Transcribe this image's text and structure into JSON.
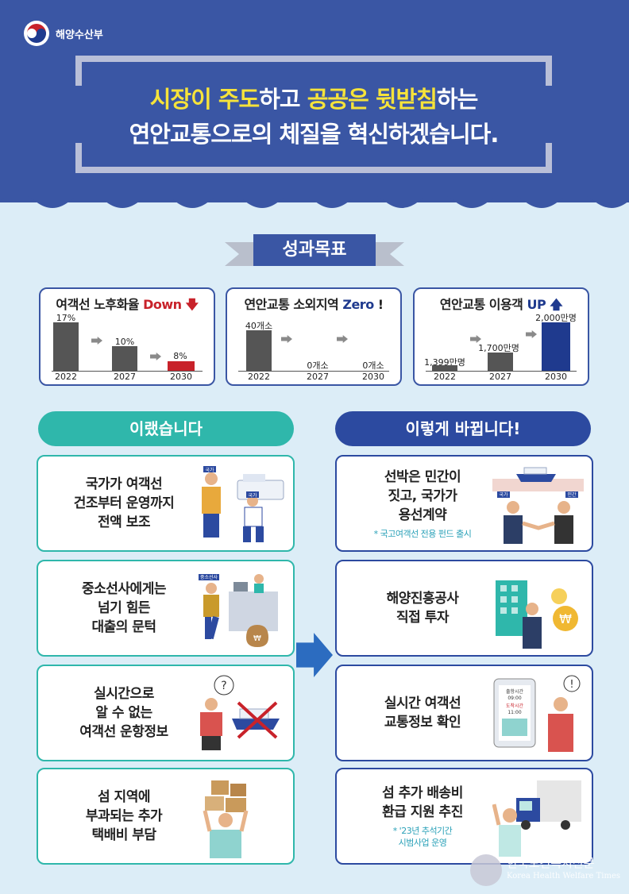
{
  "header": {
    "ministry": "해양수산부",
    "title_line1_h1": "시장이 주도",
    "title_line1_m1": "하고 ",
    "title_line1_h2": "공공은 뒷받침",
    "title_line1_m2": "하는",
    "title_line2": "연안교통으로의 체질을 혁신하겠습니다."
  },
  "goal_label": "성과목표",
  "cards": [
    {
      "title": "여객선 노후화율 ",
      "accent": "Down",
      "bars": [
        {
          "year": "2022",
          "label": "17%",
          "value": 17
        },
        {
          "year": "2027",
          "label": "10%",
          "value": 10
        },
        {
          "year": "2030",
          "label": "8%",
          "value": 8
        }
      ]
    },
    {
      "title": "연안교통 소외지역 ",
      "accent": "Zero",
      "suffix": "!",
      "bars": [
        {
          "year": "2022",
          "label": "40개소",
          "value": 40
        },
        {
          "year": "2027",
          "label": "0개소",
          "value": 0
        },
        {
          "year": "2030",
          "label": "0개소",
          "value": 0
        }
      ]
    },
    {
      "title": "연안교통 이용객 ",
      "accent": "UP",
      "bars": [
        {
          "year": "2022",
          "label": "1,399만명",
          "value": 1399
        },
        {
          "year": "2027",
          "label": "1,700만명",
          "value": 1700
        },
        {
          "year": "2030",
          "label": "2,000만명",
          "value": 2000
        }
      ]
    }
  ],
  "before_label": "이랬습니다",
  "after_label": "이렇게 바뀝니다!",
  "before": [
    {
      "lines": [
        "국가가 여객선",
        "건조부터 운영까지",
        "전액 보조"
      ],
      "tags": [
        "국가",
        "국가"
      ]
    },
    {
      "lines": [
        "중소선사에게는",
        "넘기 힘든",
        "대출의 문턱"
      ],
      "tags": [
        "중소선사"
      ]
    },
    {
      "lines": [
        "실시간으로",
        "알 수 없는",
        "여객선 운항정보"
      ],
      "tags": []
    },
    {
      "lines": [
        "섬 지역에",
        "부과되는 추가",
        "택배비 부담"
      ],
      "tags": []
    }
  ],
  "after": [
    {
      "lines": [
        "선박은 민간이",
        "짓고, 국가가",
        "용선계약"
      ],
      "note": "* 국고여객선 전용 펀드 출시",
      "tags": [
        "국가",
        "민간"
      ]
    },
    {
      "lines": [
        "해양진흥공사",
        "직접 투자"
      ],
      "note": ""
    },
    {
      "lines": [
        "실시간 여객선",
        "교통정보 확인"
      ],
      "note": "",
      "phone": {
        "dep_label": "출항시간",
        "dep_time": "09:00",
        "arr_label": "도착시간",
        "arr_time": "11:00"
      }
    },
    {
      "lines": [
        "섬 추가 배송비",
        "환급 지원 추진"
      ],
      "note": "* '23년 추석기간\n시범사업 운영"
    }
  ],
  "watermark": {
    "ko": "한국보건복지신문",
    "en": "Korea Health Welfare Times"
  },
  "colors": {
    "navy": "#3a56a4",
    "teal": "#2fb7ab",
    "yellow": "#f6e33a",
    "red": "#c8222a",
    "bar_gray": "#555555"
  }
}
